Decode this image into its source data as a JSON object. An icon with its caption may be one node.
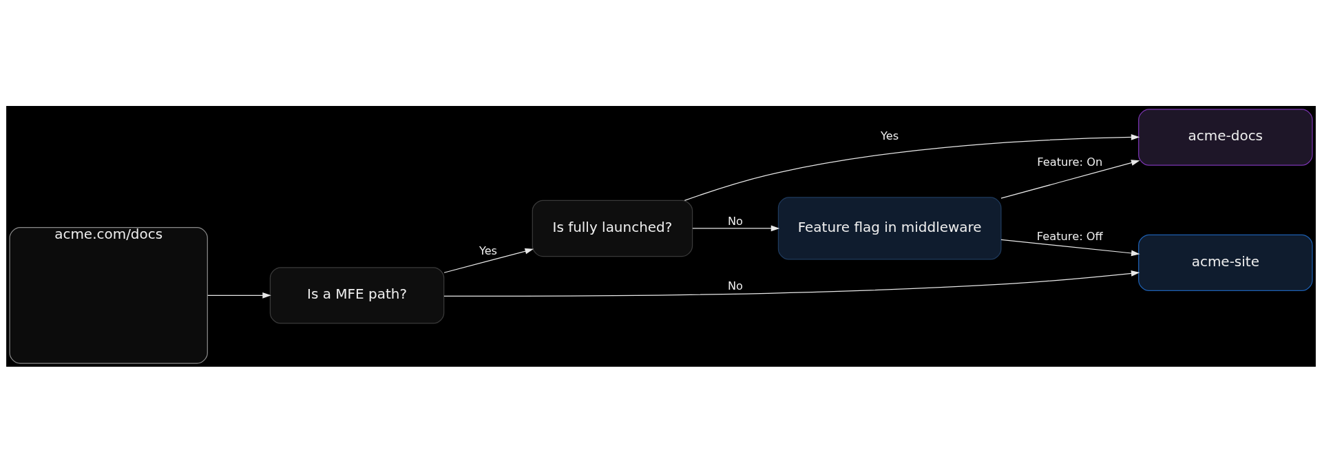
{
  "diagram": {
    "nodes": [
      {
        "text": [
          "acme.com/docs"
        ]
      },
      {
        "text": [
          "Is a MFE path?"
        ]
      },
      {
        "text": [
          "Is fully launched?"
        ]
      },
      {
        "text": [
          "Feature flag in middleware"
        ]
      },
      {
        "text": [
          "acme-site"
        ]
      },
      {
        "text": [
          "acme-docs"
        ]
      }
    ],
    "edges": [
      {
        "from": 0,
        "to": 1,
        "arrow": "to"
      },
      {
        "from": 1,
        "to": 4,
        "label": "No",
        "arrow": "to"
      },
      {
        "from": 1,
        "to": 2,
        "label": "Yes",
        "arrow": "to"
      },
      {
        "from": 2,
        "to": 3,
        "label": "No",
        "arrow": "to"
      },
      {
        "from": 2,
        "to": 5,
        "label": "Yes",
        "arrow": "to"
      },
      {
        "from": 3,
        "to": 4,
        "label": "Feature: Off",
        "arrow": "to"
      },
      {
        "from": 3,
        "to": 5,
        "label": "Feature: On",
        "arrow": "to"
      }
    ]
  }
}
